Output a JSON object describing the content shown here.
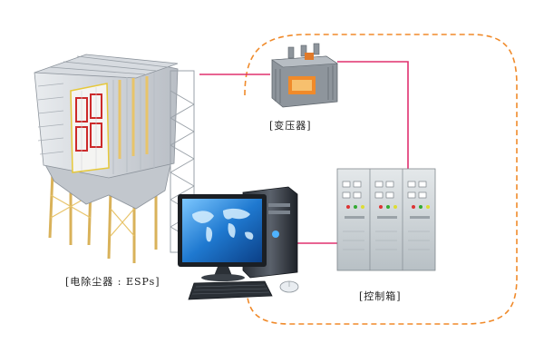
{
  "labels": {
    "esp": "[电除尘器 : ESPs]",
    "transformer": "[变压器]",
    "control_cabinet": "[控制箱]"
  },
  "colors": {
    "connector": "#e0306f",
    "dashed_boundary": "#f08a2a",
    "frame_panel": "#cc2a2a",
    "structure_grey": "#c8ccd2",
    "support_yellow": "#e8c46a",
    "monitor_blue": "#1a6fc2",
    "cabinet_grey": "#cdd3d7"
  },
  "icons": {
    "esp": "electrostatic-precipitator-icon",
    "transformer": "transformer-icon",
    "control_cabinet": "control-cabinet-icon",
    "computer": "desktop-computer-icon"
  }
}
